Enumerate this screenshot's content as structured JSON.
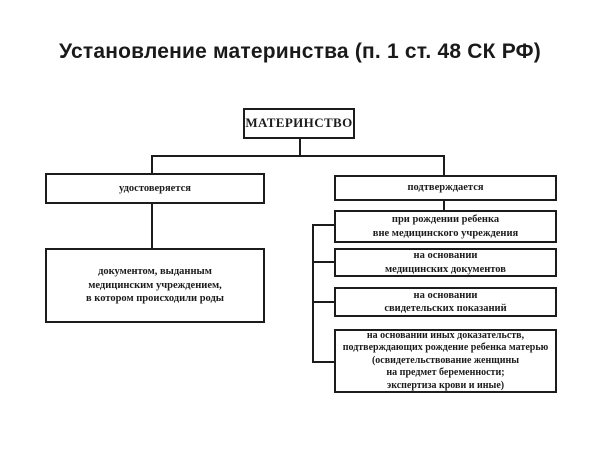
{
  "title": "Установление материнства (п. 1 ст. 48 СК РФ)",
  "colors": {
    "background": "#ffffff",
    "line": "#1c1c1c",
    "text": "#1c1c1c"
  },
  "diagram": {
    "type": "flowchart",
    "root": "МАТЕРИНСТВО",
    "left": {
      "label": "удостоверяется",
      "child": "документом, выданным\nмедицинским учреждением,\nв котором происходили роды"
    },
    "right": {
      "label": "подтверждается",
      "children": [
        "при рождении ребенка\nвне медицинского учреждения",
        "на основании\nмедицинских документов",
        "на основании\nсвидетельских показаний",
        "на основании иных доказательств,\nподтверждающих рождение ребенка матерью\n(освидетельствование женщины\nна предмет беременности;\nэкспертиза крови и иные)"
      ]
    }
  }
}
